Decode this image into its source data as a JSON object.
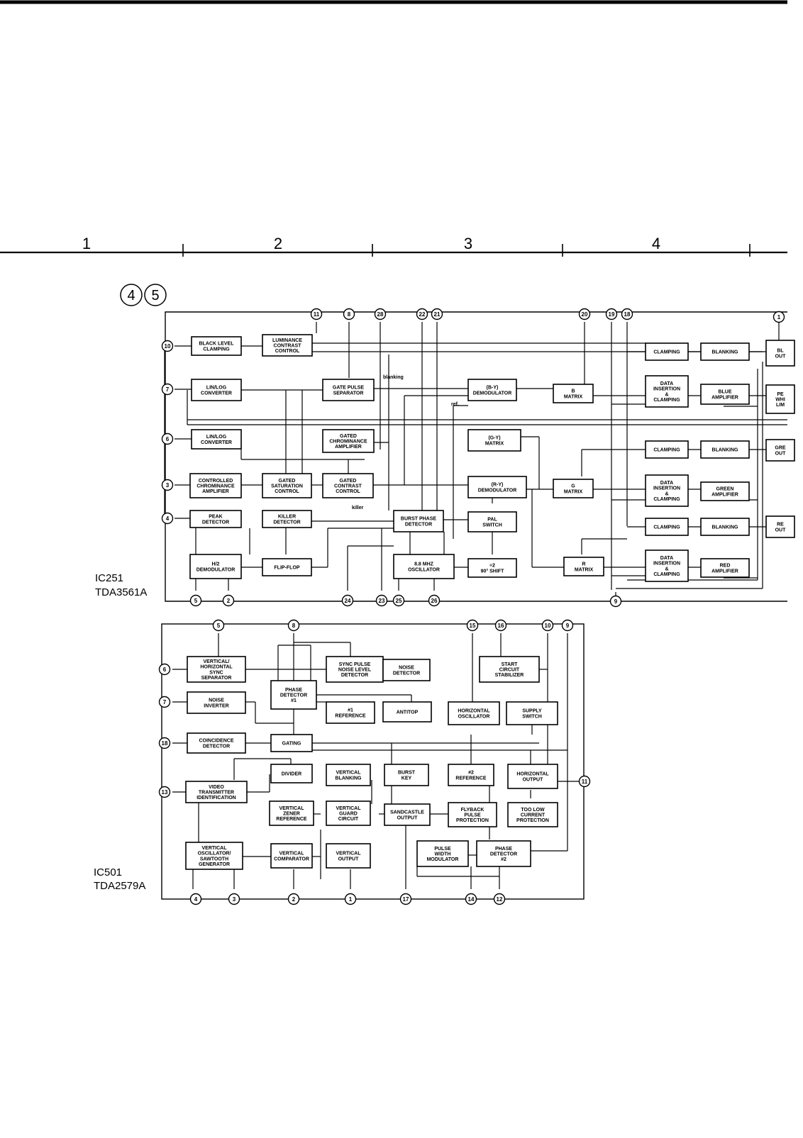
{
  "grid": {
    "columns": [
      "1",
      "2",
      "3",
      "4"
    ]
  },
  "sheet_markers": [
    "4",
    "5"
  ],
  "ic1": {
    "id": "IC251",
    "part": "TDA3561A",
    "blocks": [
      {
        "key": "black_level",
        "lines": [
          "BLACK LEVEL",
          "CLAMPING"
        ]
      },
      {
        "key": "lum_contrast",
        "lines": [
          "LUMINANCE",
          "CONTRAST",
          "CONTROL"
        ]
      },
      {
        "key": "linlog1",
        "lines": [
          "LIN/LOG",
          "CONVERTER"
        ]
      },
      {
        "key": "gate_pulse",
        "lines": [
          "GATE PULSE",
          "SEPARATOR"
        ]
      },
      {
        "key": "by_demod",
        "lines": [
          "(B-Y)",
          "DEMODULATOR"
        ]
      },
      {
        "key": "b_matrix",
        "lines": [
          "B",
          "MATRIX"
        ]
      },
      {
        "key": "linlog2",
        "lines": [
          "LIN/LOG",
          "CONVERTER"
        ]
      },
      {
        "key": "gated_chroma",
        "lines": [
          "GATED",
          "CHROMINANCE",
          "AMPLIFIER"
        ]
      },
      {
        "key": "gy_matrix",
        "lines": [
          "(G-Y)",
          "MATRIX"
        ]
      },
      {
        "key": "ctrl_chroma",
        "lines": [
          "CONTROLLED",
          "CHROMINANCE",
          "AMPLIFIER"
        ]
      },
      {
        "key": "gated_sat",
        "lines": [
          "GATED",
          "SATURATION",
          "CONTROL"
        ]
      },
      {
        "key": "gated_contrast",
        "lines": [
          "GATED",
          "CONTRAST",
          "CONTROL"
        ]
      },
      {
        "key": "ry_demod",
        "lines": [
          "(R-Y)",
          "DEMODULATOR"
        ]
      },
      {
        "key": "g_matrix",
        "lines": [
          "G",
          "MATRIX"
        ]
      },
      {
        "key": "peak_det",
        "lines": [
          "PEAK",
          "DETECTOR"
        ]
      },
      {
        "key": "killer_det",
        "lines": [
          "KILLER",
          "DETECTOR"
        ]
      },
      {
        "key": "burst_phase",
        "lines": [
          "BURST PHASE",
          "DETECTOR"
        ]
      },
      {
        "key": "pal_switch",
        "lines": [
          "PAL",
          "SWITCH"
        ]
      },
      {
        "key": "h2_demod",
        "lines": [
          "H/2",
          "DEMODULATOR"
        ]
      },
      {
        "key": "flipflop",
        "lines": [
          "FLIP-FLOP"
        ]
      },
      {
        "key": "osc88",
        "lines": [
          "8.8 MHZ",
          "OSCILLATOR"
        ]
      },
      {
        "key": "shift90",
        "lines": [
          "÷2",
          "90° SHIFT"
        ]
      },
      {
        "key": "r_matrix",
        "lines": [
          "R",
          "MATRIX"
        ]
      },
      {
        "key": "clamp_b",
        "lines": [
          "CLAMPING"
        ]
      },
      {
        "key": "blank_b",
        "lines": [
          "BLANKING"
        ]
      },
      {
        "key": "data_b",
        "lines": [
          "DATA",
          "INSERTION",
          "&",
          "CLAMPING"
        ]
      },
      {
        "key": "blue_amp",
        "lines": [
          "BLUE",
          "AMPLIFIER"
        ]
      },
      {
        "key": "clamp_g",
        "lines": [
          "CLAMPING"
        ]
      },
      {
        "key": "blank_g",
        "lines": [
          "BLANKING"
        ]
      },
      {
        "key": "data_g",
        "lines": [
          "DATA",
          "INSERTION",
          "&",
          "CLAMPING"
        ]
      },
      {
        "key": "green_amp",
        "lines": [
          "GREEN",
          "AMPLIFIER"
        ]
      },
      {
        "key": "clamp_r",
        "lines": [
          "CLAMPING"
        ]
      },
      {
        "key": "blank_r",
        "lines": [
          "BLANKING"
        ]
      },
      {
        "key": "data_r",
        "lines": [
          "DATA",
          "INSERTION",
          "&",
          "CLAMPING"
        ]
      },
      {
        "key": "red_amp",
        "lines": [
          "RED",
          "AMPLIFIER"
        ]
      },
      {
        "key": "blue_out",
        "lines": [
          "BL",
          "OUT"
        ]
      },
      {
        "key": "peak_white",
        "lines": [
          "PE",
          "WHI",
          "LIM"
        ]
      },
      {
        "key": "green_out",
        "lines": [
          "GRE",
          "OUT"
        ]
      },
      {
        "key": "red_out",
        "lines": [
          "RE",
          "OUT"
        ]
      }
    ],
    "pins": [
      "11",
      "8",
      "28",
      "22",
      "21",
      "20",
      "19",
      "18",
      "1",
      "10",
      "7",
      "6",
      "3",
      "4",
      "5",
      "2",
      "24",
      "23",
      "25",
      "26",
      "9"
    ],
    "notes": {
      "blanking": "blanking",
      "ref": "ref.",
      "killer": "killer"
    }
  },
  "ic2": {
    "id": "IC501",
    "part": "TDA2579A",
    "blocks": [
      {
        "key": "vh_sync",
        "lines": [
          "VERTICAL/",
          "HORIZONTAL",
          "SYNC",
          "SEPARATOR"
        ]
      },
      {
        "key": "sync_noise",
        "lines": [
          "SYNC PULSE",
          "NOISE LEVEL",
          "DETECTOR"
        ]
      },
      {
        "key": "noise_det",
        "lines": [
          "NOISE",
          "DETECTOR"
        ]
      },
      {
        "key": "start_circ",
        "lines": [
          "START",
          "CIRCUIT",
          "STABILIZER"
        ]
      },
      {
        "key": "noise_inv",
        "lines": [
          "NOISE",
          "INVERTER"
        ]
      },
      {
        "key": "phase1",
        "lines": [
          "PHASE",
          "DETECTOR",
          "#1"
        ]
      },
      {
        "key": "ref1",
        "lines": [
          "#1",
          "REFERENCE"
        ]
      },
      {
        "key": "antitop",
        "lines": [
          "ANTITOP"
        ]
      },
      {
        "key": "horiz_osc",
        "lines": [
          "HORIZONTAL",
          "OSCILLATOR"
        ]
      },
      {
        "key": "supply_sw",
        "lines": [
          "SUPPLY",
          "SWITCH"
        ]
      },
      {
        "key": "coinc",
        "lines": [
          "COINCIDENCE",
          "DETECTOR"
        ]
      },
      {
        "key": "gating",
        "lines": [
          "GATING"
        ]
      },
      {
        "key": "divider",
        "lines": [
          "DIVIDER"
        ]
      },
      {
        "key": "vert_blank",
        "lines": [
          "VERTICAL",
          "BLANKING"
        ]
      },
      {
        "key": "burst_key",
        "lines": [
          "BURST",
          "KEY"
        ]
      },
      {
        "key": "ref2",
        "lines": [
          "#2",
          "REFERENCE"
        ]
      },
      {
        "key": "horiz_out",
        "lines": [
          "HORIZONTAL",
          "OUTPUT"
        ]
      },
      {
        "key": "video_tx",
        "lines": [
          "VIDEO",
          "TRANSMITTER",
          "IDENTIFICATION"
        ]
      },
      {
        "key": "vert_zener",
        "lines": [
          "VERTICAL",
          "ZENER",
          "REFERENCE"
        ]
      },
      {
        "key": "vert_guard",
        "lines": [
          "VERTICAL",
          "GUARD",
          "CIRCUIT"
        ]
      },
      {
        "key": "sandcastle",
        "lines": [
          "SANDCASTLE",
          "OUTPUT"
        ]
      },
      {
        "key": "flyback",
        "lines": [
          "FLYBACK",
          "PULSE",
          "PROTECTION"
        ]
      },
      {
        "key": "too_low",
        "lines": [
          "TOO LOW",
          "CURRENT",
          "PROTECTION"
        ]
      },
      {
        "key": "vert_osc",
        "lines": [
          "VERTICAL",
          "OSCILLATOR/",
          "SAWTOOTH",
          "GENERATOR"
        ]
      },
      {
        "key": "vert_comp",
        "lines": [
          "VERTICAL",
          "COMPARATOR"
        ]
      },
      {
        "key": "vert_out",
        "lines": [
          "VERTICAL",
          "OUTPUT"
        ]
      },
      {
        "key": "pwm",
        "lines": [
          "PULSE",
          "WIDTH",
          "MODULATOR"
        ]
      },
      {
        "key": "phase2",
        "lines": [
          "PHASE",
          "DETECTOR",
          "#2"
        ]
      }
    ],
    "pins": [
      "5",
      "8",
      "15",
      "16",
      "10",
      "9",
      "6",
      "7",
      "18",
      "13",
      "11",
      "4",
      "3",
      "2",
      "1",
      "17",
      "14",
      "12"
    ]
  }
}
